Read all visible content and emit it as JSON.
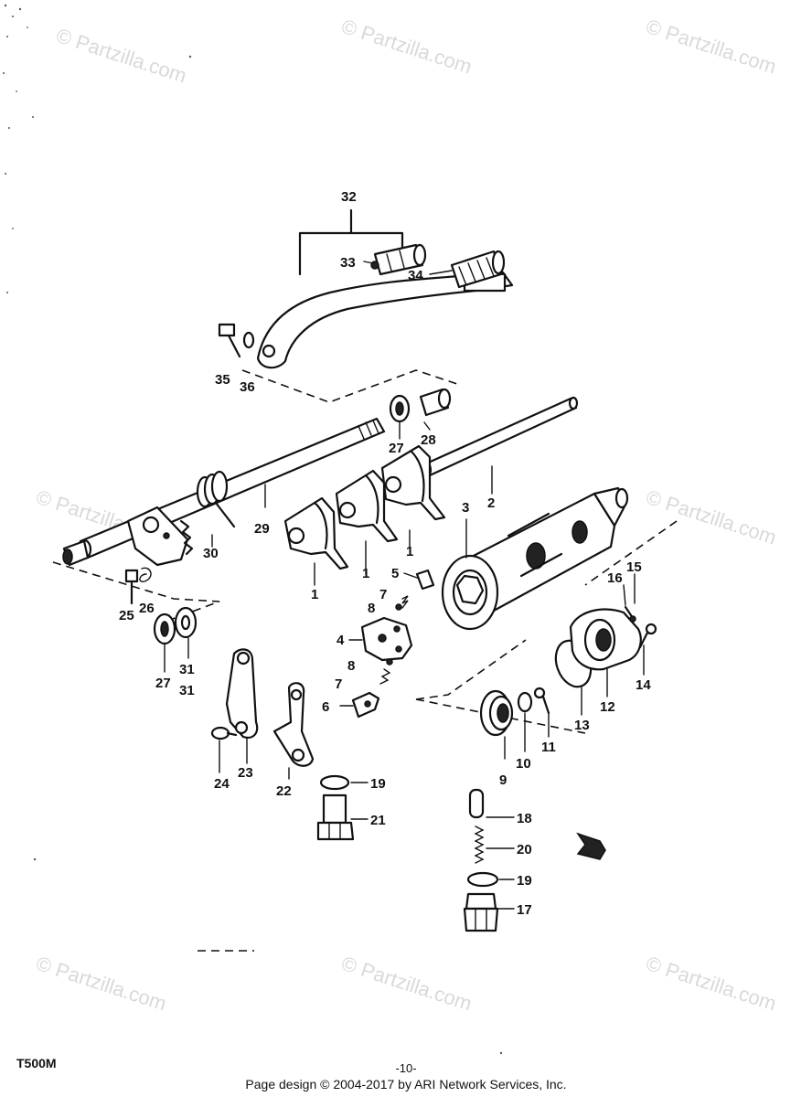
{
  "watermarks": [
    {
      "text": "© Partzilla.com"
    },
    {
      "text": "© Partzilla.com"
    },
    {
      "text": "© Partzilla.com"
    },
    {
      "text": "© Partzilla.com"
    },
    {
      "text": "© Partzilla.com"
    },
    {
      "text": "© Partzilla.com"
    },
    {
      "text": "© Partzilla.com"
    },
    {
      "text": "© Partzilla.com"
    }
  ],
  "callouts": {
    "c1a": "1",
    "c1b": "1",
    "c1c": "1",
    "c2": "2",
    "c3": "3",
    "c4": "4",
    "c5": "5",
    "c6": "6",
    "c7a": "7",
    "c7b": "7",
    "c8a": "8",
    "c8b": "8",
    "c9": "9",
    "c10": "10",
    "c11": "11",
    "c12": "12",
    "c13": "13",
    "c14": "14",
    "c15": "15",
    "c16": "16",
    "c17": "17",
    "c18": "18",
    "c19a": "19",
    "c19b": "19",
    "c20": "20",
    "c21": "21",
    "c22": "22",
    "c23": "23",
    "c24": "24",
    "c25": "25",
    "c26": "26",
    "c27a": "27",
    "c27b": "27",
    "c28": "28",
    "c29": "29",
    "c30": "30",
    "c31a": "31",
    "c31b": "31",
    "c32": "32",
    "c33": "33",
    "c34": "34",
    "c35": "35",
    "c36": "36"
  },
  "footer": {
    "model": "T500M",
    "page_number": "-10-",
    "copyright": "Page design © 2004-2017 by ARI Network Services, Inc."
  }
}
